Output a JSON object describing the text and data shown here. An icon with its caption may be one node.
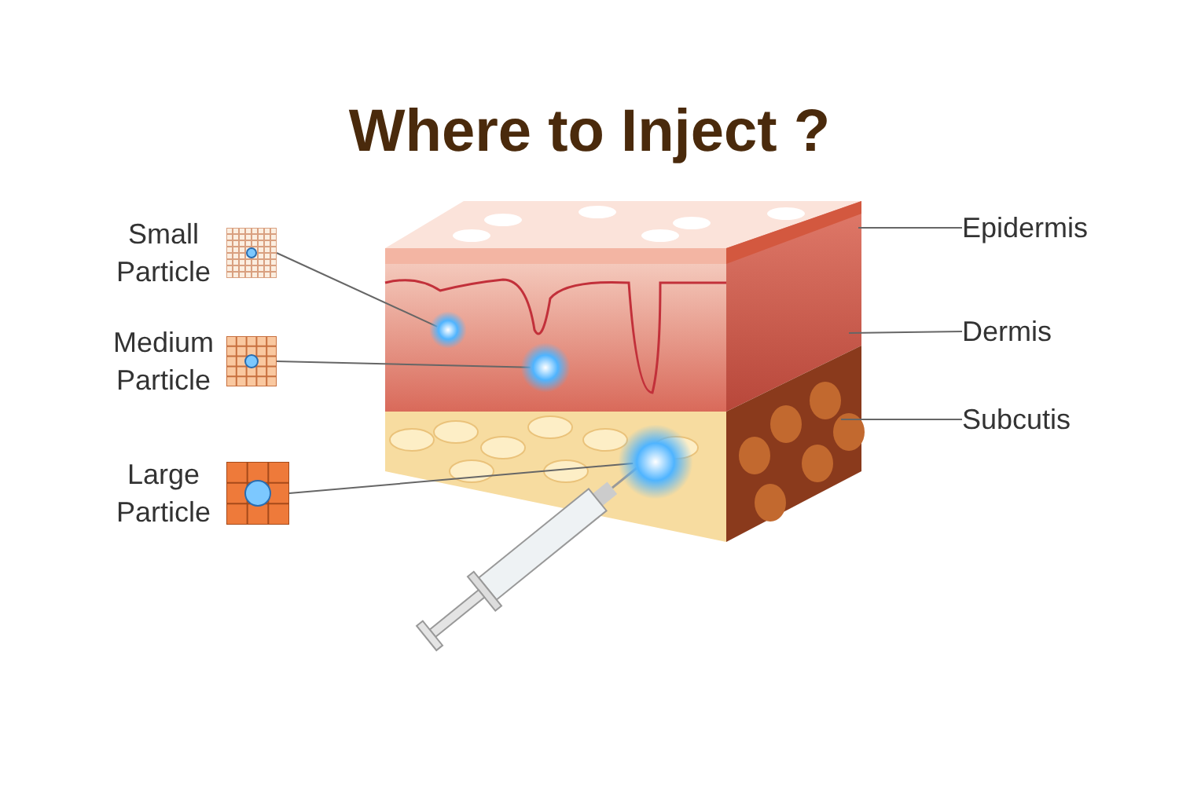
{
  "diagram": {
    "title": "Where to Inject ?",
    "nodes": [
      {
        "text": [],
        "shape": "box",
        "beside": [
          "Small Particle"
        ]
      },
      {
        "text": [],
        "shape": "circle"
      },
      {
        "text": [],
        "shape": "box",
        "beside": [
          "Medium Particle"
        ]
      },
      {
        "text": [],
        "shape": "circle"
      },
      {
        "text": [],
        "shape": "box",
        "beside": [
          "Large Particle"
        ]
      },
      {
        "text": [],
        "shape": "circle"
      },
      {
        "text": [
          "Epidermis"
        ]
      },
      {
        "text": [
          "Dermis"
        ]
      },
      {
        "text": [
          "Subcutis"
        ]
      }
    ],
    "edges": [
      {
        "from": 0,
        "to": 1,
        "arrow": "none"
      },
      {
        "from": 2,
        "to": 3,
        "arrow": "none"
      },
      {
        "from": 4,
        "to": 5,
        "arrow": "none"
      },
      {
        "from": 6,
        "to": null,
        "arrow": "none"
      },
      {
        "from": 7,
        "to": null,
        "arrow": "none"
      },
      {
        "from": 8,
        "to": null,
        "arrow": "none"
      }
    ]
  }
}
